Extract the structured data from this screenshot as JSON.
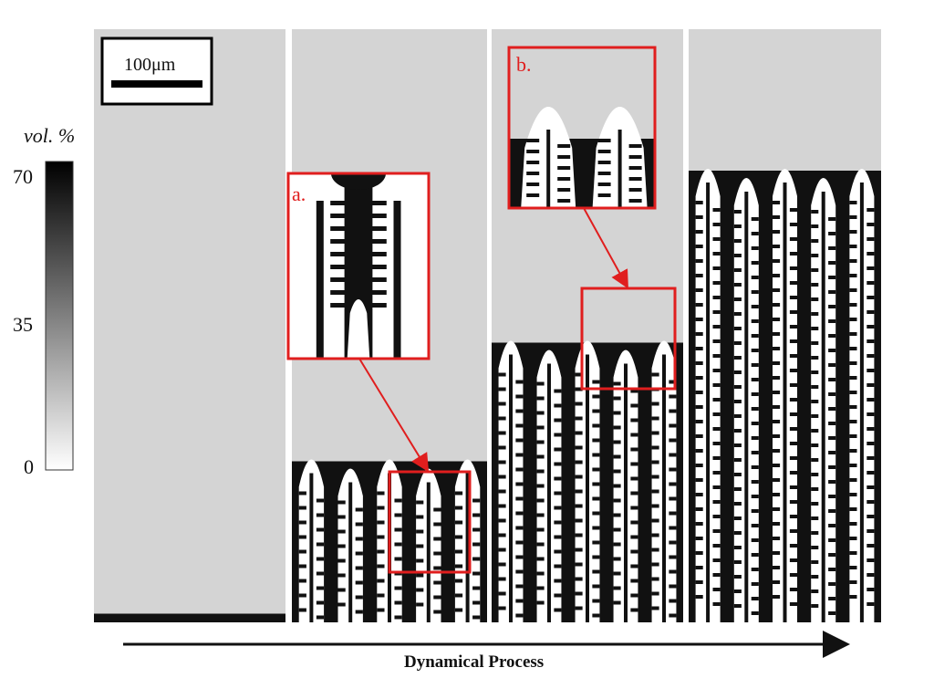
{
  "colorbar": {
    "unit_label": "vol. %",
    "ticks": [
      "70",
      "35",
      "0"
    ],
    "range": [
      0,
      70
    ]
  },
  "scale_bar": {
    "label": "100μm"
  },
  "insets": [
    {
      "label": "a."
    },
    {
      "label": "b."
    }
  ],
  "panels": [
    {
      "stage": 1,
      "front_level": 0.01
    },
    {
      "stage": 2,
      "front_level": 0.29
    },
    {
      "stage": 3,
      "front_level": 0.49
    },
    {
      "stage": 4,
      "front_level": 0.78
    }
  ],
  "axis": {
    "label": "Dynamical Process"
  },
  "colors": {
    "highlight": "#e01e1e",
    "background": "#d4d4d4"
  }
}
